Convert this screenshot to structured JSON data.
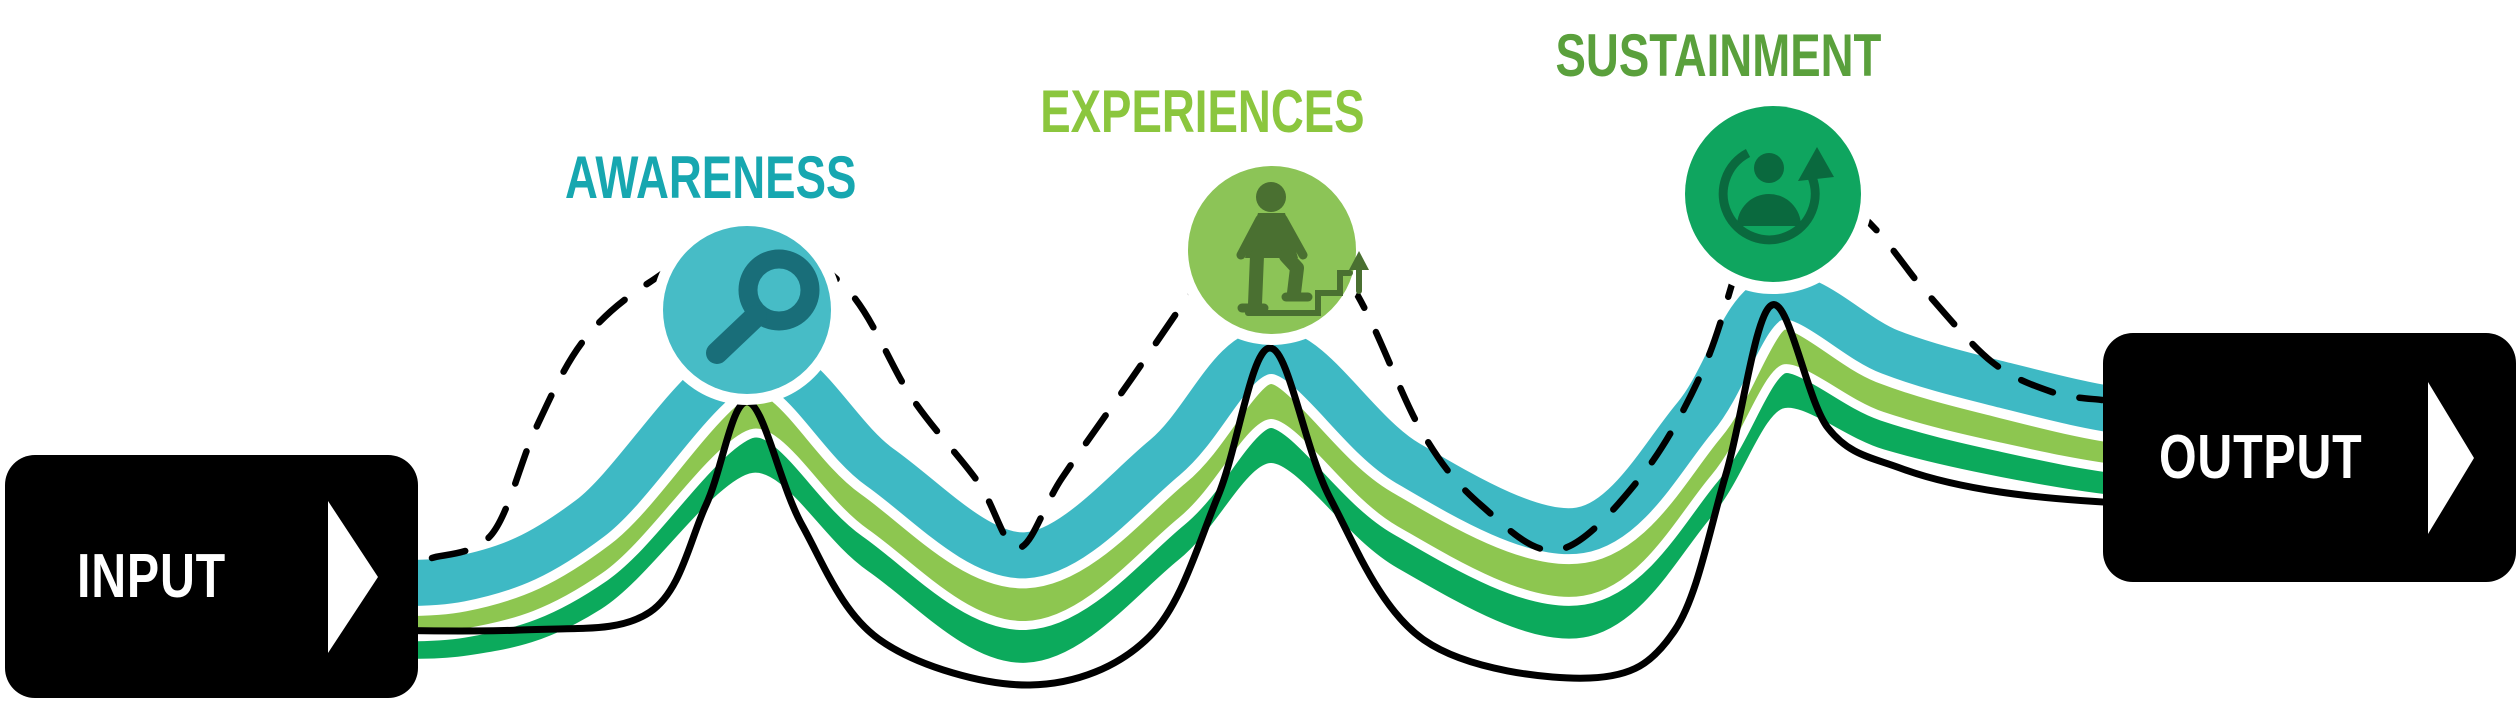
{
  "diagram": {
    "input": {
      "label": "INPUT"
    },
    "output": {
      "label": "OUTPUT"
    },
    "stages": [
      {
        "label": "AWARENESS",
        "icon": "magnifying-glass-icon",
        "label_color": "#17a7b0",
        "circle_color": "#47bcc6",
        "icon_color": "#196e79"
      },
      {
        "label": "EXPERIENCES",
        "icon": "person-climbing-stairs-icon",
        "label_color": "#8bc63e",
        "circle_color": "#8cc457",
        "icon_color": "#4a7031"
      },
      {
        "label": "SUSTAINMENT",
        "icon": "person-refresh-cycle-icon",
        "label_color": "#5aa03c",
        "circle_color": "#0fa55f",
        "icon_color": "#0a693e"
      }
    ],
    "ribbons": [
      {
        "name": "teal-ribbon",
        "color": "#3eb9c4"
      },
      {
        "name": "light-green-ribbon",
        "color": "#8dc650"
      },
      {
        "name": "dark-green-ribbon",
        "color": "#0caa5c"
      }
    ],
    "path_lines": {
      "solid_color": "#000000",
      "dashed_color": "#000000"
    },
    "endpoint_box": {
      "background": "#000000",
      "text_color": "#ffffff",
      "arrow_color": "#ffffff"
    }
  }
}
